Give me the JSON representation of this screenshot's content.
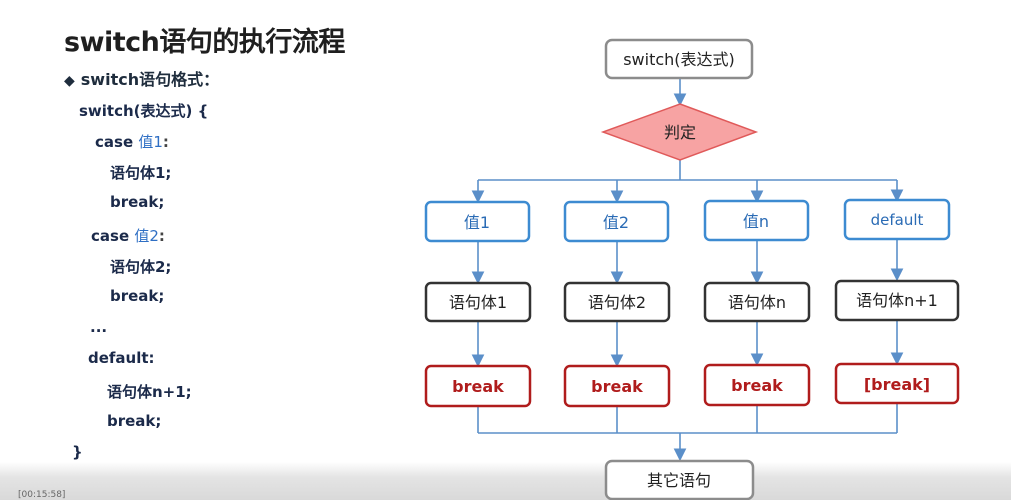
{
  "title": "switch语句的执行流程",
  "bullet": "switch语句格式：",
  "code": {
    "line1": "switch(表达式) {",
    "case1_kw": "case ",
    "case1_val": "值1",
    "case1_colon": ":",
    "body1": "语句体1;",
    "break1": "break;",
    "case2_kw": "case ",
    "case2_val": "值2",
    "case2_colon": ":",
    "body2": "语句体2;",
    "break2": "break;",
    "ellipsis": "...",
    "default_kw": "default:",
    "bodyn": "语句体n+1;",
    "breakn": "break;",
    "close": "}"
  },
  "flow": {
    "switch_label": "switch(表达式)",
    "judge_label": "判定",
    "cases": [
      "值1",
      "值2",
      "值n",
      "default"
    ],
    "bodies": [
      "语句体1",
      "语句体2",
      "语句体n",
      "语句体n+1"
    ],
    "breaks": [
      "break",
      "break",
      "break",
      "[break]"
    ],
    "other_label": "其它语句"
  },
  "watermark": "[00:15:58]",
  "colors": {
    "case_border": "#3d8bd1",
    "case_text": "#2a6bb5",
    "body_border": "#333333",
    "break_border": "#b01c1c",
    "break_text": "#b01c1c",
    "diamond_fill": "#f7a3a3",
    "diamond_stroke": "#e05a5a",
    "arrow": "#5b8fc9",
    "gray_box": "#8c8c8c"
  }
}
